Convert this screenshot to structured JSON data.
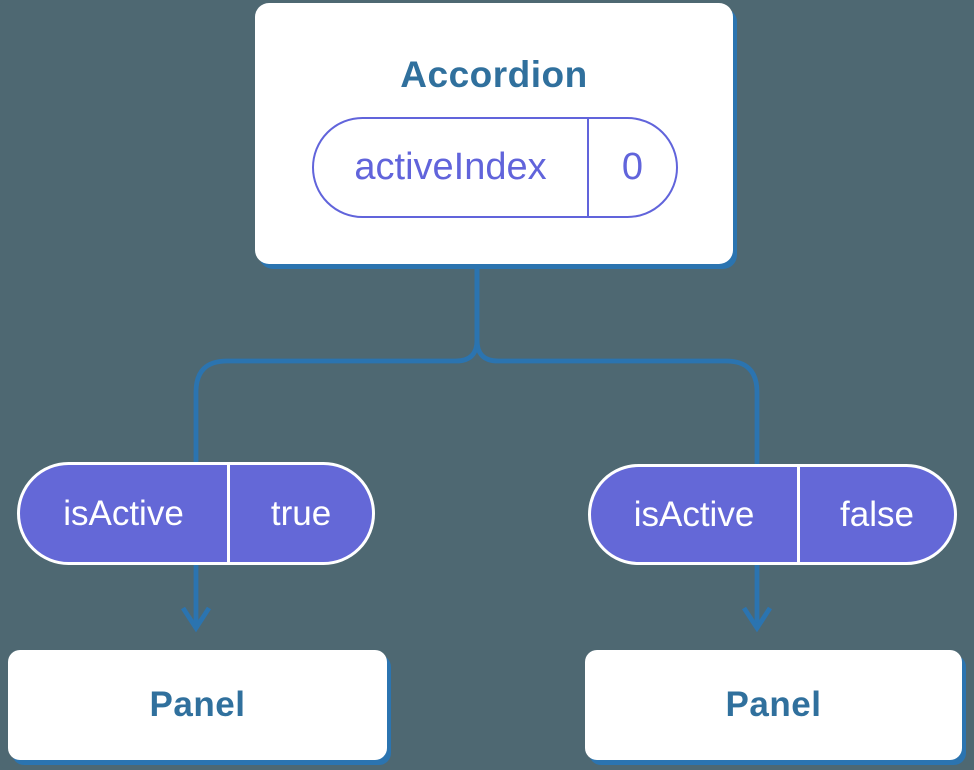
{
  "colors": {
    "background": "#4E6872",
    "connector_blue": "#2B74B0",
    "component_title_blue": "#30709D",
    "pill_fill_purple": "#6468D7",
    "pill_outline_purple": "#6164DB",
    "box_fill": "#FFFFFF",
    "pill_text_on_purple": "#FFFFFF"
  },
  "icons": {
    "arrow_down_left": "arrow-down",
    "arrow_down_right": "arrow-down"
  },
  "tree": {
    "root": {
      "title": "Accordion",
      "state": {
        "key": "activeIndex",
        "value": "0"
      }
    },
    "branches": [
      {
        "prop": {
          "key": "isActive",
          "value": "true"
        },
        "child": "Panel"
      },
      {
        "prop": {
          "key": "isActive",
          "value": "false"
        },
        "child": "Panel"
      }
    ]
  }
}
